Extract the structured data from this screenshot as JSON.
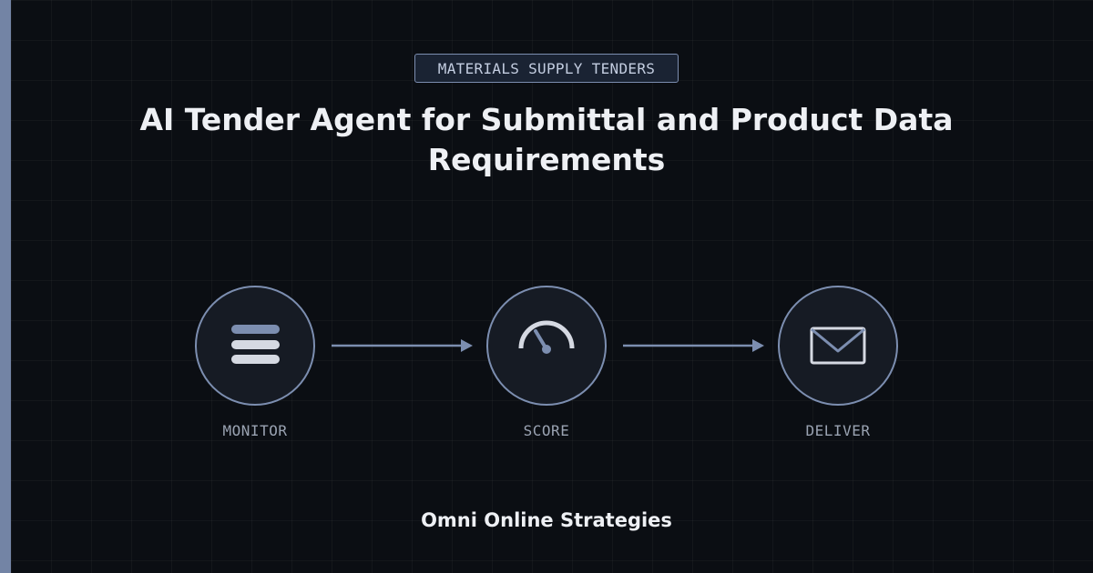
{
  "badge": {
    "label": "MATERIALS SUPPLY TENDERS"
  },
  "title": "AI Tender Agent for Submittal and Product Data Requirements",
  "steps": [
    {
      "label": "MONITOR",
      "icon": "list-icon"
    },
    {
      "label": "SCORE",
      "icon": "gauge-icon"
    },
    {
      "label": "DELIVER",
      "icon": "envelope-icon"
    }
  ],
  "footer": {
    "brand": "Omni Online Strategies"
  },
  "colors": {
    "background": "#0b0e13",
    "accent": "#7384a5",
    "circle_fill": "#161b24",
    "circle_stroke": "#7c8eb0",
    "icon_light": "#d5d9e2",
    "icon_accent": "#7c8eb0",
    "text_primary": "#eef0f4",
    "text_muted": "#9aa3b2"
  }
}
